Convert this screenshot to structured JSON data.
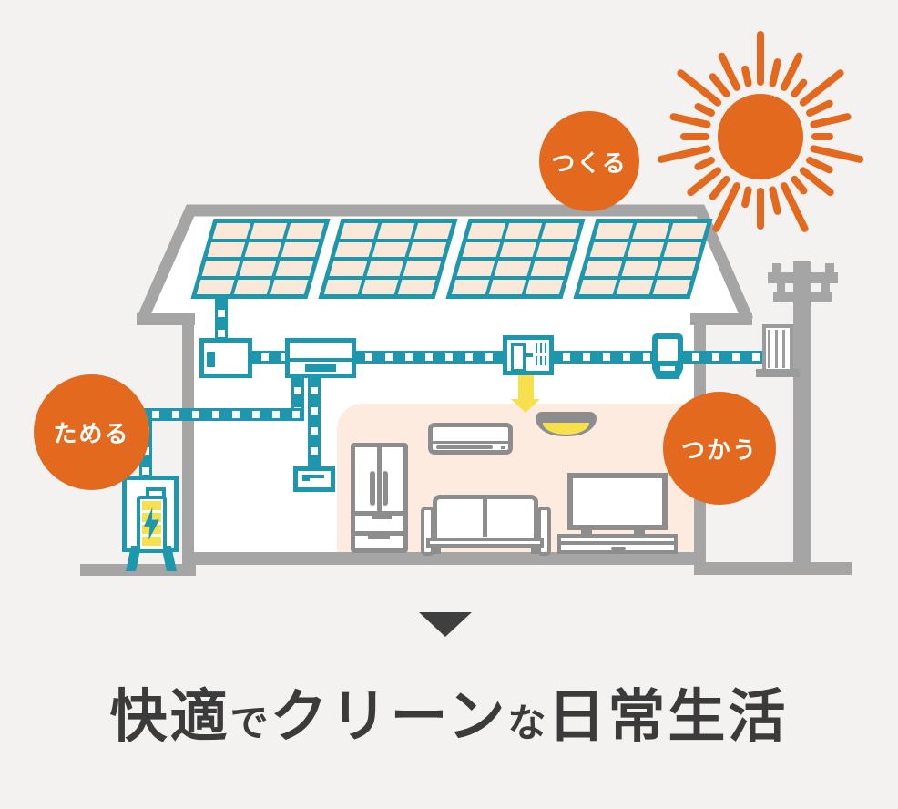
{
  "illustration": {
    "badges": {
      "produce": {
        "label": "つくる"
      },
      "store": {
        "label": "ためる"
      },
      "use": {
        "label": "つかう"
      }
    },
    "headline": {
      "segments": [
        {
          "text": "快適",
          "emphasis": "large"
        },
        {
          "text": "で",
          "emphasis": "small"
        },
        {
          "text": "クリーン",
          "emphasis": "large"
        },
        {
          "text": "な",
          "emphasis": "small"
        },
        {
          "text": "日常生活",
          "emphasis": "large"
        }
      ]
    },
    "icons": [
      "sun-icon",
      "solar-panel",
      "junction-box",
      "power-conditioner",
      "distribution-board",
      "smart-meter",
      "transformer",
      "utility-pole",
      "battery-icon",
      "lightning-bolt-icon",
      "remote-monitor",
      "fridge-icon",
      "air-conditioner-icon",
      "ceiling-light-icon",
      "sofa-icon",
      "tv-icon",
      "tv-stand-icon",
      "down-arrow-icon",
      "down-triangle-icon"
    ],
    "colors": {
      "orange": "#e2691d",
      "teal": "#1d97ad",
      "yellow": "#f6e04e",
      "peach": "#fdebe0",
      "panel_cell": "#fae9d9",
      "gray": "#a5a5a5",
      "appliance_gray": "#8d8d8d",
      "text": "#3b3b3b",
      "background": "#f3f2f0"
    }
  }
}
